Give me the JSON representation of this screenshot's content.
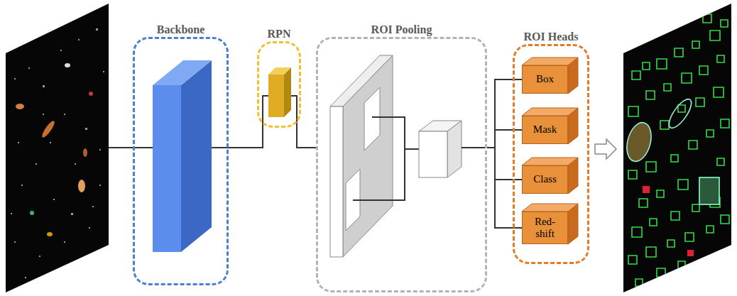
{
  "diagram": {
    "nodes": [
      {
        "text": [
          "Backbone"
        ]
      },
      {
        "text": [
          "RPN"
        ]
      },
      {
        "text": [
          "ROI Pooling"
        ]
      },
      {
        "text": [
          "ROI Heads"
        ]
      },
      {
        "text": [
          "Box"
        ],
        "in": 3
      },
      {
        "text": [
          "Mask"
        ],
        "in": 3
      },
      {
        "text": [
          "Class"
        ],
        "in": 3
      },
      {
        "text": [
          "Red- shift"
        ],
        "in": 3
      }
    ],
    "edges": [
      {
        "from": 0,
        "to": 1,
        "arrow": "none"
      },
      {
        "from": 1,
        "to": 2,
        "arrow": "none"
      },
      {
        "from": 2,
        "to": 4,
        "arrow": "none"
      },
      {
        "from": 2,
        "to": 5,
        "arrow": "none"
      },
      {
        "from": 2,
        "to": 6,
        "arrow": "none"
      },
      {
        "from": 2,
        "to": 7,
        "arrow": "none"
      }
    ]
  }
}
